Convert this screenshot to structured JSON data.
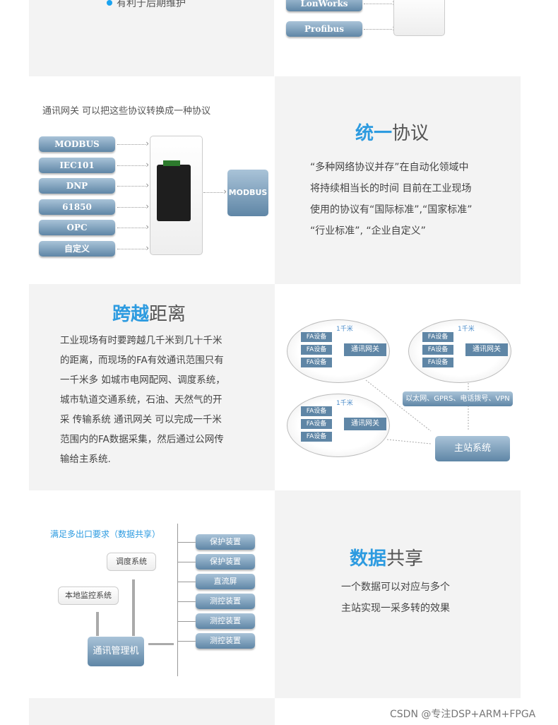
{
  "section0": {
    "bullet": "有利于后期维护",
    "protocols": [
      "LonWorks",
      "Profibus"
    ]
  },
  "section1": {
    "caption": "通讯网关 可以把这些协议转换成一种协议",
    "protocols": [
      "MODBUS",
      "IEC101",
      "DNP",
      "61850",
      "OPC",
      "自定义"
    ],
    "output": "MODBUS",
    "title_bold": "统一",
    "title_rest": "协议",
    "lines": [
      "“多种网络协议并存”在自动化领域中",
      "将持续相当长的时间 目前在工业现场",
      "使用的协议有“国际标准”,“国家标准”",
      "“行业标准”, “企业自定义”"
    ]
  },
  "section2": {
    "title_bold": "跨越",
    "title_rest": "距离",
    "lines": [
      "工业现场有时要跨越几千米到几十千米",
      "的距离，而现场的FA有效通讯范围只有",
      "一千米多 如城市电网配网、调度系统，",
      "城市轨道交通系统，石油、天然气的开",
      "采 传输系统 通讯网关  可以完成一千米",
      "范围内的FA数据采集，然后通过公网传",
      "输给主系统."
    ],
    "range": "1千米",
    "device": "FA设备",
    "gateway": "通讯网关",
    "network": "以太网、GPRS、电话拨号、VPN",
    "master": "主站系统"
  },
  "section3": {
    "caption": "满足多出口要求（数据共享）",
    "dispatch": "调度系统",
    "local": "本地监控系统",
    "manager": "通讯管理机",
    "devices": [
      "保护装置",
      "保护装置",
      "直流屏",
      "测控装置",
      "测控装置",
      "测控装置"
    ],
    "title_bold": "数据",
    "title_rest": "共享",
    "lines": [
      "一个数据可以对应与多个",
      "主站实现一采多转的效果"
    ]
  },
  "watermark": "CSDN @专注DSP+ARM+FPGA",
  "colors": {
    "accent": "#2d9be0",
    "button": "#5f86a6",
    "panel": "#f3f3f3"
  }
}
